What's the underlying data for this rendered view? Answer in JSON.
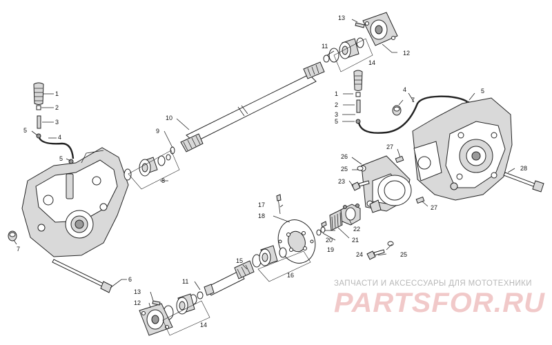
{
  "callouts": {
    "1a": "1",
    "2a": "2",
    "3a": "3",
    "4a": "4",
    "5a": "5",
    "5b": "5",
    "6": "6",
    "7a": "7",
    "8": "8",
    "9": "9",
    "10": "10",
    "11a": "11",
    "11b": "11",
    "12a": "12",
    "12b": "12",
    "13a": "13",
    "13b": "13",
    "14a": "14",
    "14b": "14",
    "15": "15",
    "16": "16",
    "17": "17",
    "18": "18",
    "19": "19",
    "20": "20",
    "21": "21",
    "22": "22",
    "23": "23",
    "24": "24",
    "25a": "25",
    "25b": "25",
    "26": "26",
    "27a": "27",
    "27b": "27",
    "28": "28",
    "1b": "1",
    "2b": "2",
    "3b": "3",
    "4b": "4",
    "5c": "5",
    "5d": "5",
    "7b": "7"
  },
  "watermark": {
    "caption": "ЗАПЧАСТИ И АКСЕССУАРЫ ДЛЯ МОТОТЕХНИКИ",
    "logo": "PARTSFOR.RU"
  },
  "colors": {
    "logo": "#f1c9c9",
    "caption": "#b7b7b7",
    "line": "#222222"
  }
}
